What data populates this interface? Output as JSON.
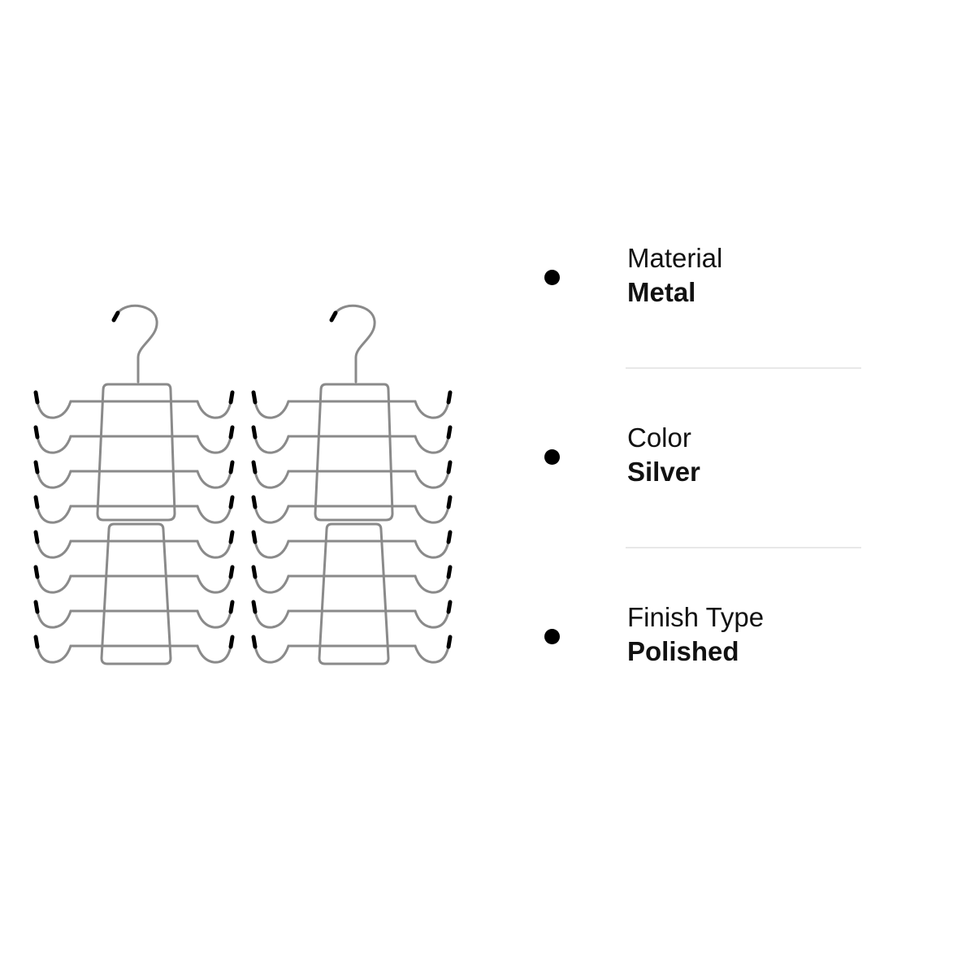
{
  "product": {
    "image_icon": "tank-top-hanger-icon",
    "hanger_count": 2,
    "bars_per_hanger": 8
  },
  "specs": [
    {
      "label": "Material",
      "value": "Metal"
    },
    {
      "label": "Color",
      "value": "Silver"
    },
    {
      "label": "Finish Type",
      "value": "Polished"
    }
  ],
  "colors": {
    "text": "#111111",
    "bullet": "#000000",
    "divider": "#e8e8e8",
    "wire": "#8a8a8a",
    "tips": "#000000"
  }
}
